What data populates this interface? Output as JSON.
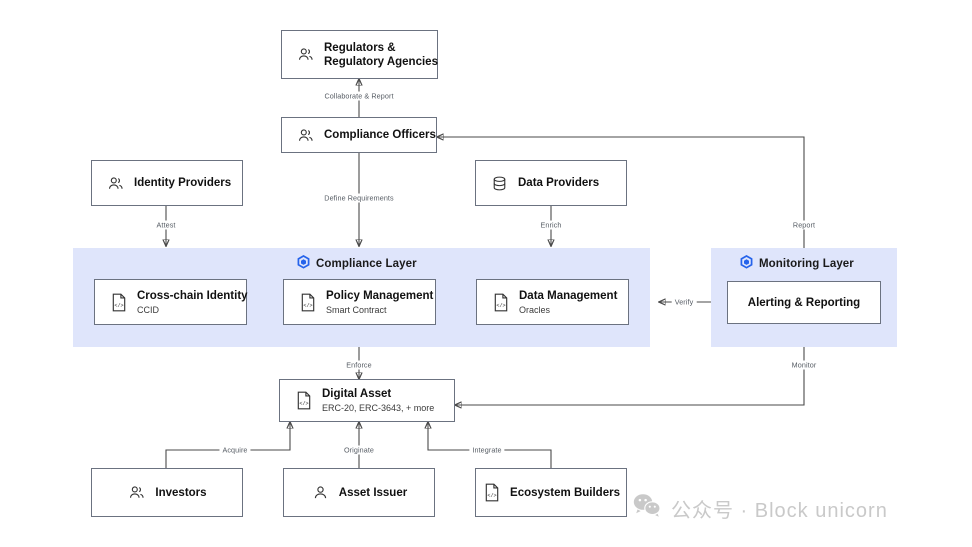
{
  "diagram": {
    "title": "Compliance Architecture Diagram",
    "colors": {
      "band_fill": "#dfe5fb",
      "hex_accent": "#2563eb",
      "box_border": "#6b7280",
      "wire": "#4a4a4a",
      "label_text": "#555b63",
      "watermark": "#c9c9c9"
    },
    "bands": [
      {
        "name": "compliance-layer",
        "label": "Compliance Layer",
        "icon": "hexagon-icon"
      },
      {
        "name": "monitoring-layer",
        "label": "Monitoring Layer",
        "icon": "hexagon-icon"
      }
    ],
    "nodes": {
      "regulators": {
        "title": "Regulators &\nRegulatory Agencies",
        "title_line1": "Regulators &",
        "title_line2": "Regulatory Agencies",
        "subtitle": "",
        "icon": "users-icon"
      },
      "compliance_officers": {
        "title": "Compliance Officers",
        "subtitle": "",
        "icon": "users-icon"
      },
      "identity_providers": {
        "title": "Identity Providers",
        "subtitle": "",
        "icon": "users-icon"
      },
      "data_providers": {
        "title": "Data Providers",
        "subtitle": "",
        "icon": "database-icon"
      },
      "cross_chain_identity": {
        "title": "Cross-chain Identity",
        "subtitle": "CCID",
        "icon": "code-document-icon"
      },
      "policy_management": {
        "title": "Policy Management",
        "subtitle": "Smart Contract",
        "icon": "code-document-icon"
      },
      "data_management": {
        "title": "Data Management",
        "subtitle": "Oracles",
        "icon": "code-document-icon"
      },
      "alerting_reporting": {
        "title": "Alerting & Reporting",
        "subtitle": "",
        "icon": ""
      },
      "digital_asset": {
        "title": "Digital Asset",
        "subtitle": "ERC-20, ERC-3643, + more",
        "icon": "code-document-icon"
      },
      "investors": {
        "title": "Investors",
        "subtitle": "",
        "icon": "users-icon"
      },
      "asset_issuer": {
        "title": "Asset Issuer",
        "subtitle": "",
        "icon": "user-icon"
      },
      "ecosystem_builders": {
        "title": "Ecosystem Builders",
        "subtitle": "",
        "icon": "code-document-icon"
      }
    },
    "edge_labels": {
      "collaborate_report": "Collaborate & Report",
      "define_requirements": "Define Requirements",
      "attest": "Attest",
      "enrich": "Enrich",
      "report": "Report",
      "verify": "Verify",
      "monitor": "Monitor",
      "enforce": "Enforce",
      "acquire": "Acquire",
      "originate": "Originate",
      "integrate": "Integrate"
    }
  },
  "watermark": {
    "icon": "wechat-icon",
    "text": "公众号 · Block unicorn"
  }
}
